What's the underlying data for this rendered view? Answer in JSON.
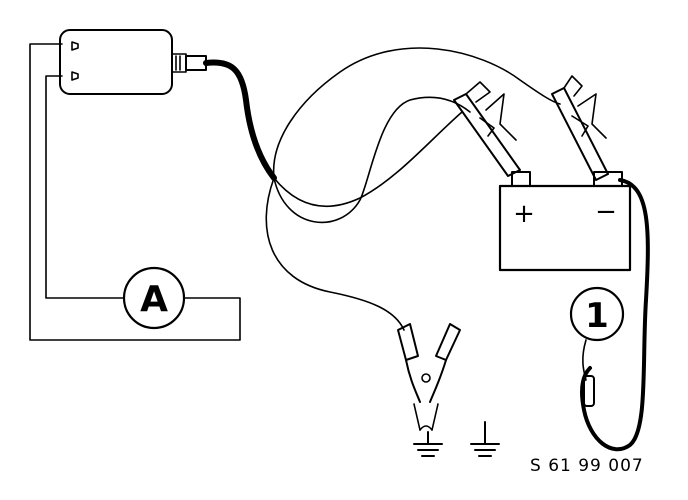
{
  "ammeter_label": "A",
  "meter_label": "1",
  "battery_positive": "+",
  "battery_negative": "−",
  "reference_code": "S 61 99 007",
  "colors": {
    "ink": "#000000",
    "background": "#ffffff"
  }
}
